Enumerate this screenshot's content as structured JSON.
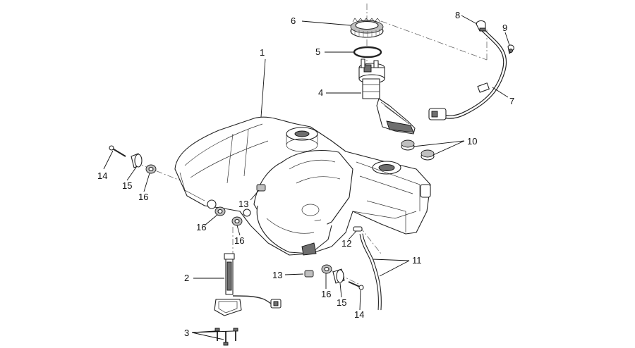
{
  "callouts": [
    {
      "id": "c1",
      "label": "1"
    },
    {
      "id": "c2",
      "label": "2"
    },
    {
      "id": "c3",
      "label": "3"
    },
    {
      "id": "c4",
      "label": "4"
    },
    {
      "id": "c5",
      "label": "5"
    },
    {
      "id": "c6",
      "label": "6"
    },
    {
      "id": "c7",
      "label": "7"
    },
    {
      "id": "c8",
      "label": "8"
    },
    {
      "id": "c9",
      "label": "9"
    },
    {
      "id": "c10",
      "label": "10"
    },
    {
      "id": "c11",
      "label": "11"
    },
    {
      "id": "c12",
      "label": "12"
    },
    {
      "id": "c13a",
      "label": "13"
    },
    {
      "id": "c13b",
      "label": "13"
    },
    {
      "id": "c14a",
      "label": "14"
    },
    {
      "id": "c14b",
      "label": "14"
    },
    {
      "id": "c15a",
      "label": "15"
    },
    {
      "id": "c15b",
      "label": "15"
    },
    {
      "id": "c16a",
      "label": "16"
    },
    {
      "id": "c16b",
      "label": "16"
    },
    {
      "id": "c16c",
      "label": "16"
    },
    {
      "id": "c16d",
      "label": "16"
    }
  ]
}
